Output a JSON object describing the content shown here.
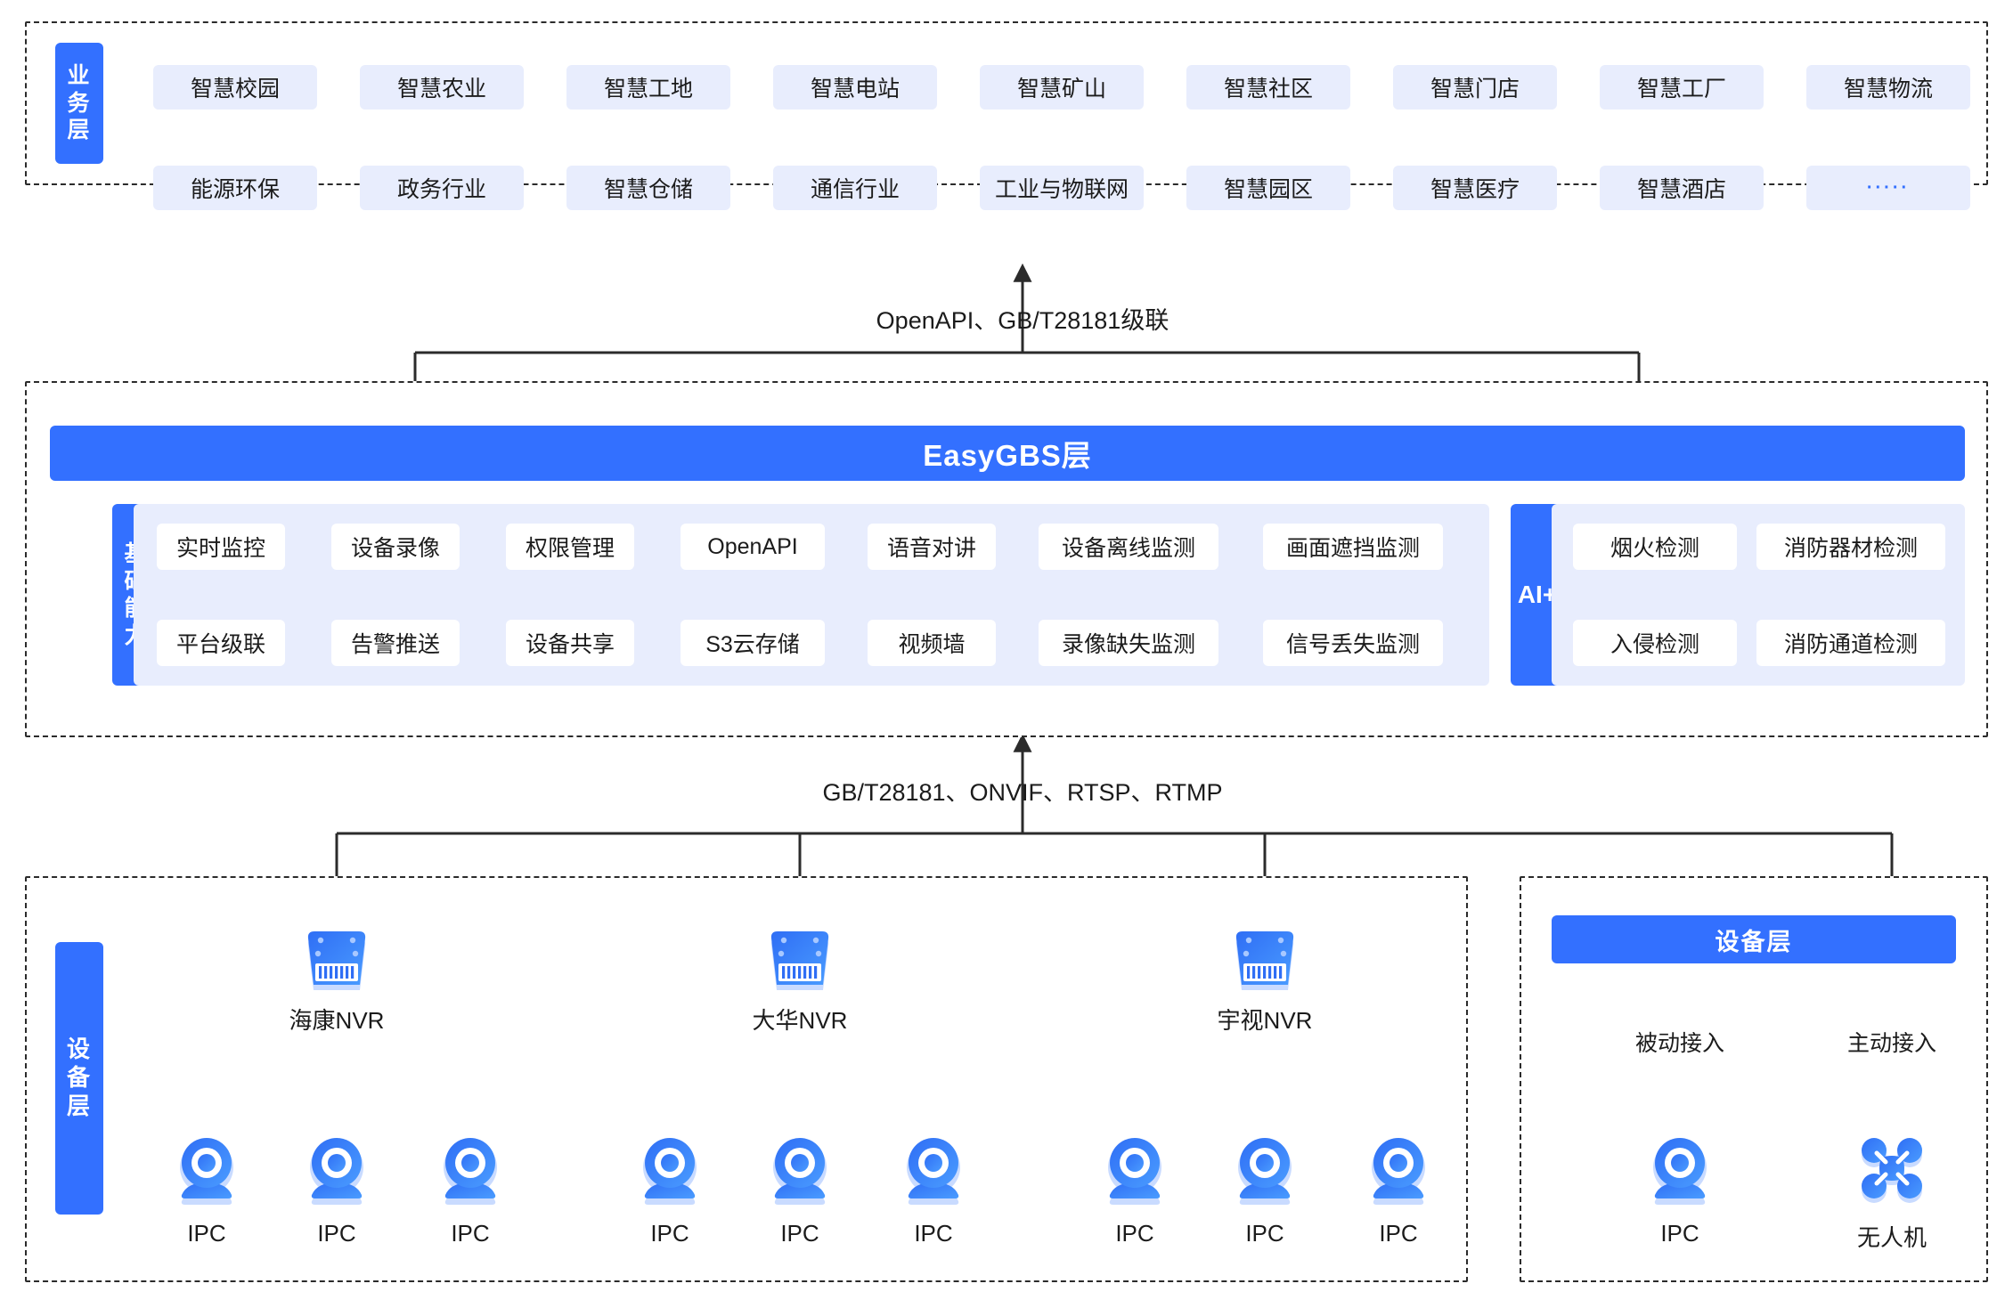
{
  "business_layer": {
    "tab_label": "业务层",
    "row1": [
      "智慧校园",
      "智慧农业",
      "智慧工地",
      "智慧电站",
      "智慧矿山",
      "智慧社区",
      "智慧门店",
      "智慧工厂",
      "智慧物流"
    ],
    "row2": [
      "能源环保",
      "政务行业",
      "智慧仓储",
      "通信行业",
      "工业与物联网",
      "智慧园区",
      "智慧医疗",
      "智慧酒店",
      "·····"
    ]
  },
  "connector_top": {
    "label": "OpenAPI、GB/T28181级联"
  },
  "platform_layer": {
    "title": "EasyGBS层",
    "tab_label": "基础能力",
    "capabilities_row1": [
      "实时监控",
      "设备录像",
      "权限管理",
      "OpenAPI",
      "语音对讲",
      "设备离线监测",
      "画面遮挡监测"
    ],
    "capabilities_row2": [
      "平台级联",
      "告警推送",
      "设备共享",
      "S3云存储",
      "视频墙",
      "录像缺失监测",
      "信号丢失监测"
    ],
    "ai": {
      "tab_label": "AI+",
      "row1": [
        "烟火检测",
        "消防器材检测"
      ],
      "row2": [
        "入侵检测",
        "消防通道检测"
      ]
    }
  },
  "connector_bottom": {
    "label": "GB/T28181、ONVIF、RTSP、RTMP"
  },
  "device_layer_left": {
    "tab_label": "设备层",
    "nvrs": [
      {
        "name": "海康NVR",
        "cameras": [
          "IPC",
          "IPC",
          "IPC"
        ]
      },
      {
        "name": "大华NVR",
        "cameras": [
          "IPC",
          "IPC",
          "IPC"
        ]
      },
      {
        "name": "宇视NVR",
        "cameras": [
          "IPC",
          "IPC",
          "IPC"
        ]
      }
    ]
  },
  "device_layer_right": {
    "bar_label": "设备层",
    "branches": [
      {
        "access": "被动接入",
        "device": "IPC",
        "icon": "camera-icon"
      },
      {
        "access": "主动接入",
        "device": "无人机",
        "icon": "drone-icon"
      }
    ]
  },
  "colors": {
    "brand_blue": "#3370ff",
    "chip_bg": "#e8edfd",
    "panel_bg": "#e8edfd",
    "line": "#2b2b2b",
    "text": "#1b1b1b"
  }
}
